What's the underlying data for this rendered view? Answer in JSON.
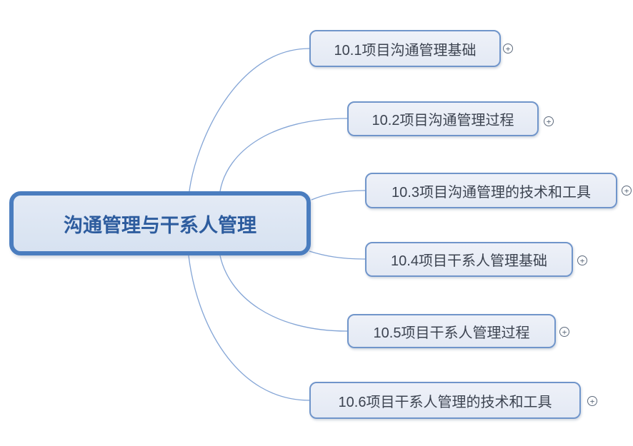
{
  "colors": {
    "root_border": "#4a7dbf",
    "root_fill_top": "#e3eaf5",
    "root_fill_bottom": "#d7e2f1",
    "root_text": "#2d5c9e",
    "branch_border": "#7095ca",
    "branch_fill_top": "#eef1f8",
    "branch_fill_bottom": "#e3e9f4",
    "branch_text": "#3c4350",
    "connector": "#84a5d6",
    "expand_icon": "#5d6a7c"
  },
  "expand_glyph": "+",
  "mindmap": {
    "root": {
      "label": "沟通管理与干系人管理"
    },
    "branches": [
      {
        "label": "10.1项目沟通管理基础"
      },
      {
        "label": "10.2项目沟通管理过程"
      },
      {
        "label": "10.3项目沟通管理的技术和工具"
      },
      {
        "label": "10.4项目干系人管理基础"
      },
      {
        "label": "10.5项目干系人管理过程"
      },
      {
        "label": "10.6项目干系人管理的技术和工具"
      }
    ]
  }
}
